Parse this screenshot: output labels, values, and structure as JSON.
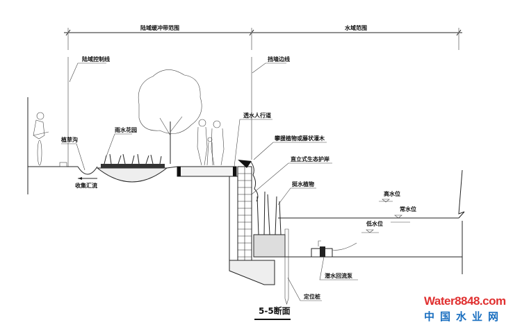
{
  "dimensions": {
    "land_buffer": "陆域缓冲带范围",
    "water_area": "水域范围"
  },
  "labels": {
    "land_control_line": "陆域控制线",
    "retaining_wall_line": "挡墙边线",
    "permeable_walkway": "透水人行道",
    "climbing_plants": "攀援植物或藤状灌木",
    "vertical_eco_revetment": "直立式生态护岸",
    "emergent_plants": "挺水植物",
    "grass_swale": "植草沟",
    "rain_garden": "雨水花园",
    "collect_runoff": "收集汇流",
    "high_water_level": "高水位",
    "normal_water_level": "常水位",
    "low_water_level": "低水位",
    "submersible_pump": "潜水回流泵",
    "positioning_pile": "定位桩"
  },
  "section_title": "5-5断面",
  "watermark": {
    "brand": "Water8848.com",
    "subtitle": "中国水业网"
  },
  "colors": {
    "line": "#222222",
    "watermark_red": "#e03030",
    "watermark_blue": "#1a6fc0",
    "watermark_green": "#7cb82f"
  }
}
